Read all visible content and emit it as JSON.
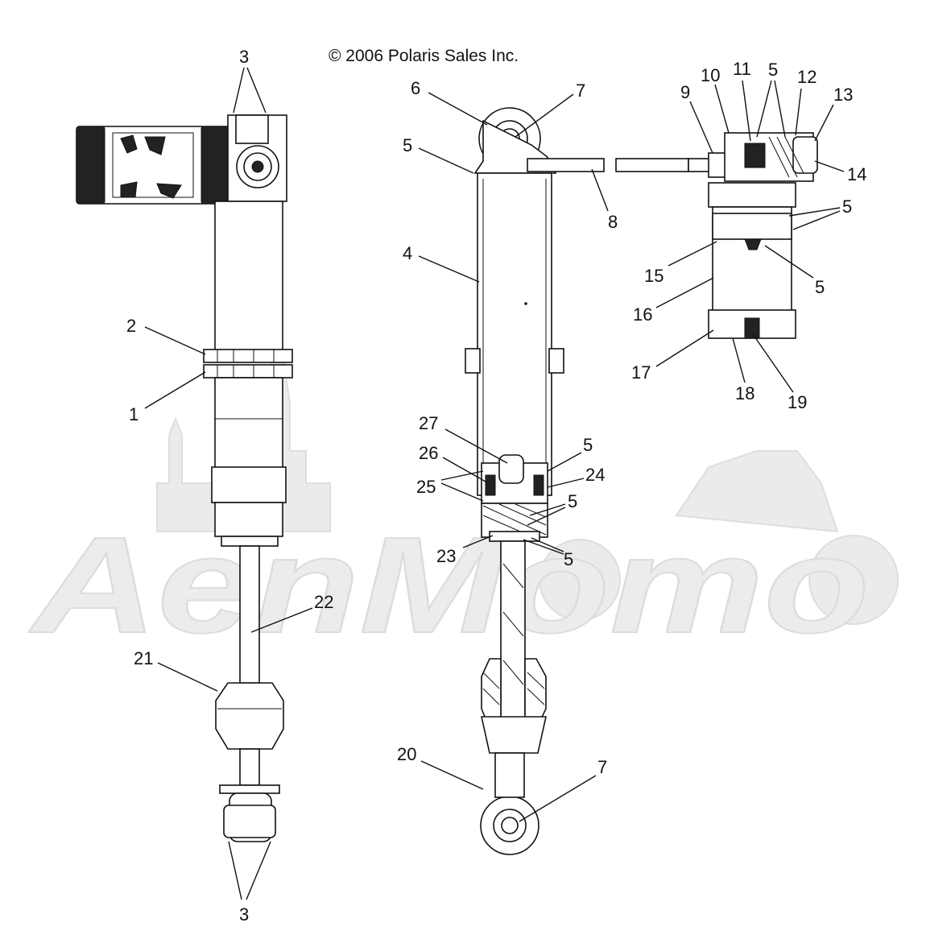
{
  "copyright": "© 2006 Polaris Sales Inc.",
  "watermark": {
    "text": "AenMomo",
    "color": "#e9e9e9"
  },
  "colors": {
    "line": "#111111",
    "background": "#ffffff"
  },
  "callouts": [
    {
      "id": "c-3-top",
      "text": "3"
    },
    {
      "id": "c-2",
      "text": "2"
    },
    {
      "id": "c-1",
      "text": "1"
    },
    {
      "id": "c-22",
      "text": "22"
    },
    {
      "id": "c-21",
      "text": "21"
    },
    {
      "id": "c-3-bottom",
      "text": "3"
    },
    {
      "id": "c-6",
      "text": "6"
    },
    {
      "id": "c-7-top",
      "text": "7"
    },
    {
      "id": "c-5-a",
      "text": "5"
    },
    {
      "id": "c-8",
      "text": "8"
    },
    {
      "id": "c-4",
      "text": "4"
    },
    {
      "id": "c-27",
      "text": "27"
    },
    {
      "id": "c-26",
      "text": "26"
    },
    {
      "id": "c-25",
      "text": "25"
    },
    {
      "id": "c-5-b",
      "text": "5"
    },
    {
      "id": "c-24",
      "text": "24"
    },
    {
      "id": "c-5-c",
      "text": "5"
    },
    {
      "id": "c-23",
      "text": "23"
    },
    {
      "id": "c-5-d",
      "text": "5"
    },
    {
      "id": "c-20",
      "text": "20"
    },
    {
      "id": "c-7-bottom",
      "text": "7"
    },
    {
      "id": "c-9",
      "text": "9"
    },
    {
      "id": "c-10",
      "text": "10"
    },
    {
      "id": "c-11",
      "text": "11"
    },
    {
      "id": "c-5-e",
      "text": "5"
    },
    {
      "id": "c-12",
      "text": "12"
    },
    {
      "id": "c-13",
      "text": "13"
    },
    {
      "id": "c-14",
      "text": "14"
    },
    {
      "id": "c-5-f",
      "text": "5"
    },
    {
      "id": "c-15",
      "text": "15"
    },
    {
      "id": "c-5-g",
      "text": "5"
    },
    {
      "id": "c-16",
      "text": "16"
    },
    {
      "id": "c-17",
      "text": "17"
    },
    {
      "id": "c-18",
      "text": "18"
    },
    {
      "id": "c-19",
      "text": "19"
    }
  ]
}
